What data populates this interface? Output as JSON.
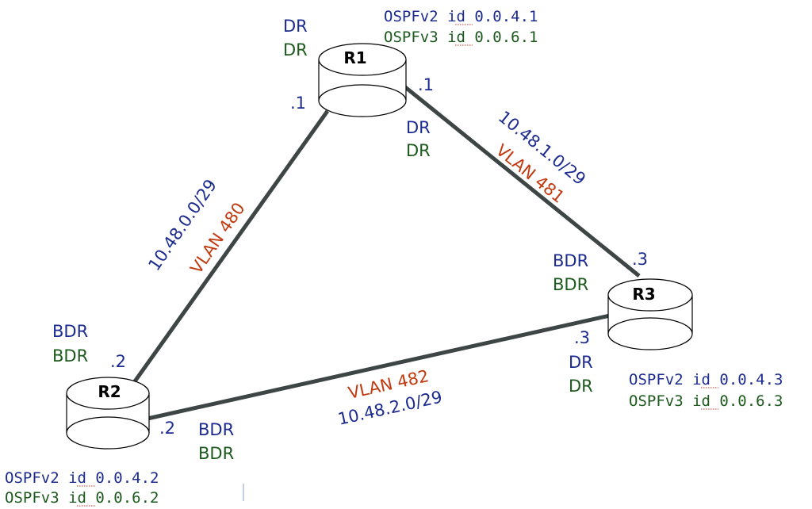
{
  "routers": {
    "r1": {
      "name": "R1",
      "ospfv2": {
        "prefix": "OSPFv2 ",
        "word": "id",
        "value": " 0.0.4.1"
      },
      "ospfv3": {
        "prefix": "OSPFv3 ",
        "word": "id",
        "value": " 0.0.6.1"
      },
      "role_top": {
        "v2": "DR",
        "v3": "DR"
      },
      "role_bottom": {
        "v2": "DR",
        "v3": "DR"
      },
      "if_left": ".1",
      "if_right": ".1"
    },
    "r2": {
      "name": "R2",
      "ospfv2": {
        "prefix": "OSPFv2 ",
        "word": "id",
        "value": " 0.0.4.2"
      },
      "ospfv3": {
        "prefix": "OSPFv3 ",
        "word": "id",
        "value": " 0.0.6.2"
      },
      "role_top": {
        "v2": "BDR",
        "v3": "BDR"
      },
      "role_right": {
        "v2": "BDR",
        "v3": "BDR"
      },
      "if_top": ".2",
      "if_right": ".2"
    },
    "r3": {
      "name": "R3",
      "ospfv2": {
        "prefix": "OSPFv2 ",
        "word": "id",
        "value": " 0.0.4.3"
      },
      "ospfv3": {
        "prefix": "OSPFv3 ",
        "word": "id",
        "value": " 0.0.6.3"
      },
      "role_top": {
        "v2": "BDR",
        "v3": "BDR"
      },
      "role_left": {
        "v2": "DR",
        "v3": "DR"
      },
      "if_top": ".3",
      "if_left": ".3"
    }
  },
  "links": {
    "r1_r2": {
      "subnet": "10.48.0.0/29",
      "vlan": "VLAN 480"
    },
    "r1_r3": {
      "subnet": "10.48.1.0/29",
      "vlan": "VLAN 481"
    },
    "r2_r3": {
      "subnet": "10.48.2.0/29",
      "vlan": "VLAN 482"
    }
  }
}
